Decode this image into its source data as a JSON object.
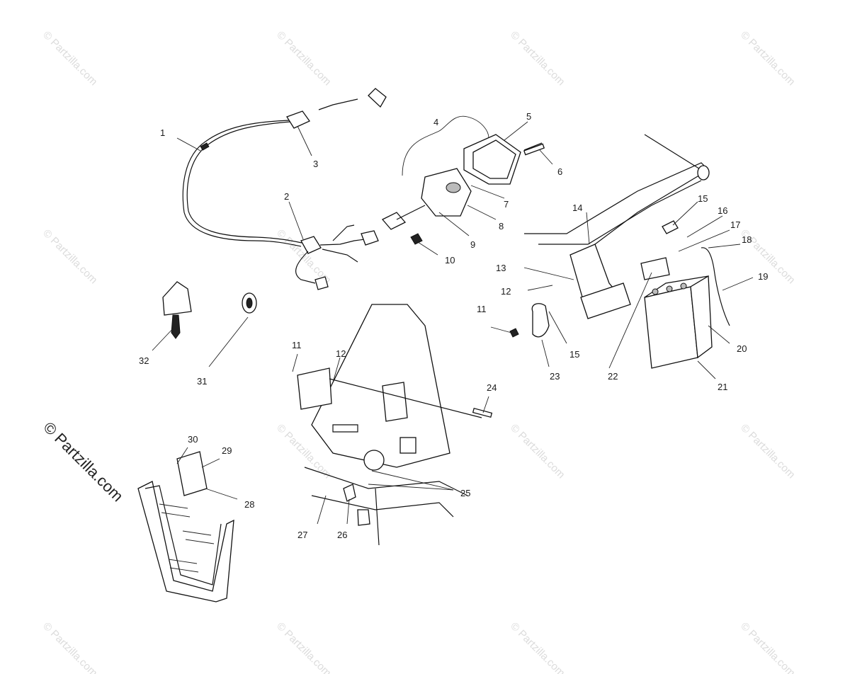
{
  "watermark": {
    "text": "© Partzilla.com",
    "side_text": "© Partzilla.com"
  },
  "callouts": [
    {
      "id": "1",
      "label": "1"
    },
    {
      "id": "2",
      "label": "2"
    },
    {
      "id": "3",
      "label": "3"
    },
    {
      "id": "4",
      "label": "4"
    },
    {
      "id": "5",
      "label": "5"
    },
    {
      "id": "6",
      "label": "6"
    },
    {
      "id": "7",
      "label": "7"
    },
    {
      "id": "8",
      "label": "8"
    },
    {
      "id": "9",
      "label": "9"
    },
    {
      "id": "10",
      "label": "10"
    },
    {
      "id": "11a",
      "label": "11"
    },
    {
      "id": "11b",
      "label": "11"
    },
    {
      "id": "12a",
      "label": "12"
    },
    {
      "id": "12b",
      "label": "12"
    },
    {
      "id": "13",
      "label": "13"
    },
    {
      "id": "14",
      "label": "14"
    },
    {
      "id": "15a",
      "label": "15"
    },
    {
      "id": "15b",
      "label": "15"
    },
    {
      "id": "16",
      "label": "16"
    },
    {
      "id": "17",
      "label": "17"
    },
    {
      "id": "18",
      "label": "18"
    },
    {
      "id": "19",
      "label": "19"
    },
    {
      "id": "20",
      "label": "20"
    },
    {
      "id": "21",
      "label": "21"
    },
    {
      "id": "22",
      "label": "22"
    },
    {
      "id": "23",
      "label": "23"
    },
    {
      "id": "24",
      "label": "24"
    },
    {
      "id": "25",
      "label": "25"
    },
    {
      "id": "26",
      "label": "26"
    },
    {
      "id": "27",
      "label": "27"
    },
    {
      "id": "28",
      "label": "28"
    },
    {
      "id": "29",
      "label": "29"
    },
    {
      "id": "30",
      "label": "30"
    },
    {
      "id": "31",
      "label": "31"
    },
    {
      "id": "32",
      "label": "32"
    }
  ]
}
